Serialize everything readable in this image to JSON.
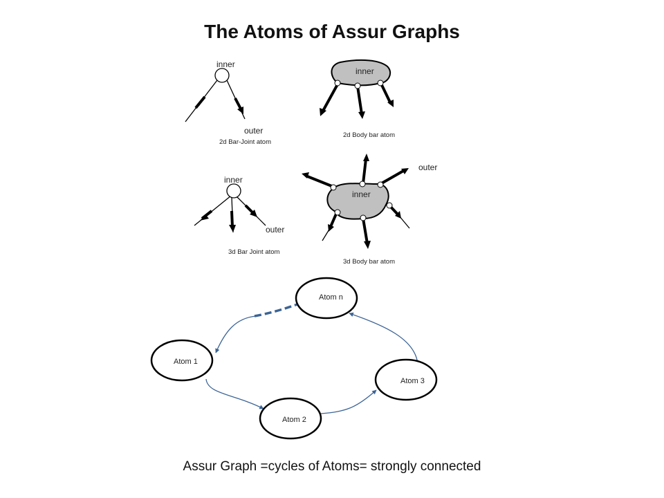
{
  "title": "The Atoms of Assur Graphs",
  "caption": "Assur Graph =cycles of Atoms= strongly connected",
  "atoms": {
    "bar2d": {
      "inner": "inner",
      "outer": "outer",
      "name": "2d Bar-Joint atom"
    },
    "body2d": {
      "inner": "inner",
      "name": "2d Body bar atom"
    },
    "bar3d": {
      "inner": "inner",
      "outer": "outer",
      "name": "3d Bar Joint atom"
    },
    "body3d": {
      "inner": "inner",
      "outer": "outer",
      "name": "3d Body bar atom"
    }
  },
  "cycle": {
    "nodes": [
      "Atom 1",
      "Atom 2",
      "Atom 3",
      "Atom n"
    ]
  },
  "colors": {
    "cycle_edge": "#3c6496",
    "body_fill": "#c0c0c0",
    "ink": "#000000"
  }
}
